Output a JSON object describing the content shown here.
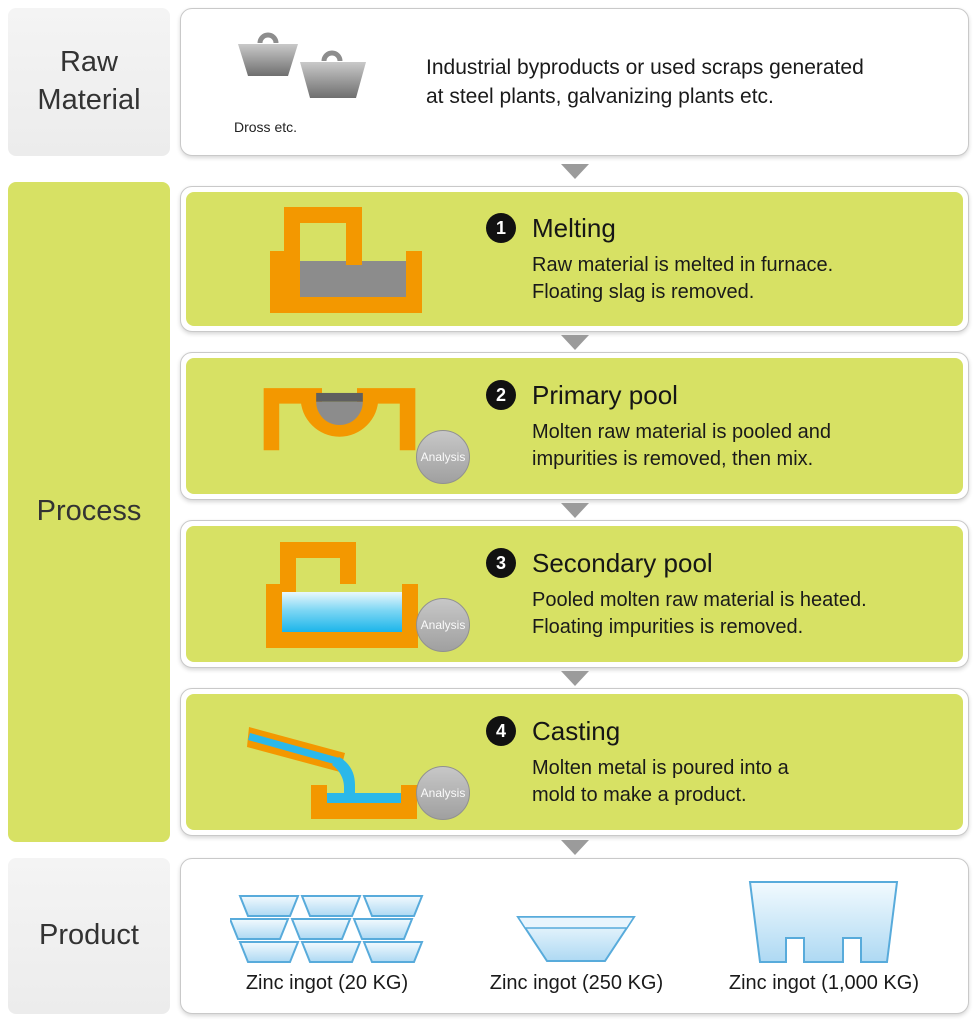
{
  "colors": {
    "process_green": "#d7e164",
    "furnace_orange": "#f39800",
    "molten_cyan": "#2bb8ea",
    "panel_gray": "#efefef",
    "arrow_gray": "#9b9b9b",
    "badge_black": "#111111",
    "ingot_blue": "#aed9f3"
  },
  "icons": {
    "raw": "dross-buckets-icon",
    "melting": "melting-furnace-icon",
    "primary_pool": "primary-pool-trough-icon",
    "secondary_pool": "secondary-pool-tank-icon",
    "casting": "casting-pour-icon",
    "arrow": "down-arrow-icon",
    "ingot_20": "zinc-ingot-stack-icon",
    "ingot_250": "zinc-ingot-250-icon",
    "ingot_1000": "zinc-ingot-1000-icon"
  },
  "labels": {
    "raw_material": "Raw\nMaterial",
    "process": "Process",
    "product": "Product"
  },
  "raw_material": {
    "icon_caption": "Dross etc.",
    "description": "Industrial byproducts or used scraps generated\nat steel plants, galvanizing plants etc."
  },
  "steps": [
    {
      "number": "1",
      "title": "Melting",
      "description": "Raw material is melted in furnace.\nFloating slag is removed."
    },
    {
      "number": "2",
      "title": "Primary pool",
      "description": "Molten raw material is pooled and\nimpurities is removed, then mix.",
      "analysis": "Analysis"
    },
    {
      "number": "3",
      "title": "Secondary pool",
      "description": "Pooled molten raw material is heated.\nFloating impurities is removed.",
      "analysis": "Analysis"
    },
    {
      "number": "4",
      "title": "Casting",
      "description": "Molten metal is poured into a\nmold to make a product.",
      "analysis": "Analysis"
    }
  ],
  "products": [
    {
      "label": "Zinc ingot (20 KG)"
    },
    {
      "label": "Zinc ingot (250 KG)"
    },
    {
      "label": "Zinc ingot (1,000 KG)"
    }
  ]
}
